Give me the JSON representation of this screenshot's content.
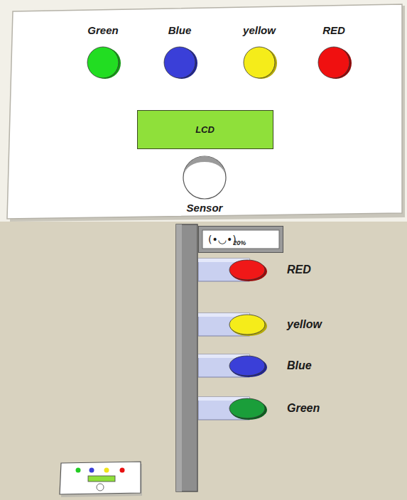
{
  "diagram": {
    "nodes": [
      {
        "text": [
          "Green"
        ]
      },
      {
        "text": [
          "Blue"
        ]
      },
      {
        "text": [
          "yellow"
        ]
      },
      {
        "text": [
          "RED"
        ]
      },
      {
        "text": [
          "LCD"
        ]
      },
      {
        "text": [
          "Sensor"
        ]
      },
      {
        "text": [
          "(•◡•)",
          "20%"
        ]
      },
      {
        "text": [
          "RED"
        ]
      },
      {
        "text": [
          "yellow"
        ]
      },
      {
        "text": [
          "Blue"
        ]
      },
      {
        "text": [
          "Green"
        ]
      }
    ]
  }
}
